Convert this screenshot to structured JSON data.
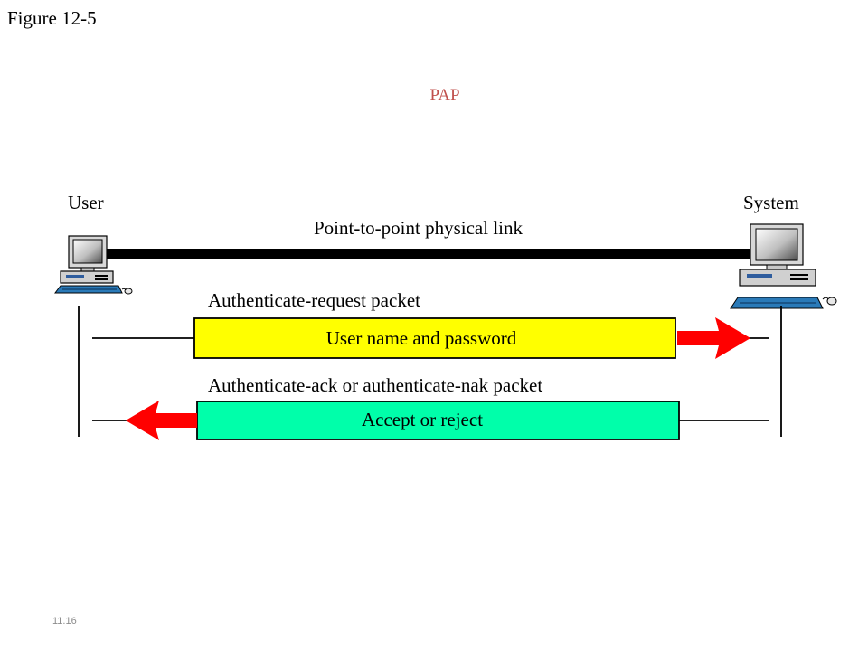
{
  "figure_label": "Figure 12-5",
  "title": "PAP",
  "colors": {
    "title": "#c0504d",
    "link_line": "#000000",
    "request_box": "#ffff00",
    "response_box": "#00ffaa",
    "arrow": "#ff0000"
  },
  "endpoints": {
    "left": {
      "label": "User",
      "icon": "desktop-computer-icon"
    },
    "right": {
      "label": "System",
      "icon": "desktop-computer-icon"
    }
  },
  "link_label": "Point-to-point physical link",
  "messages": [
    {
      "packet_label": "Authenticate-request packet",
      "content": "User name and password",
      "direction": "user-to-system"
    },
    {
      "packet_label": "Authenticate-ack or authenticate-nak packet",
      "content": "Accept or reject",
      "direction": "system-to-user"
    }
  ],
  "slide_number": "11.16"
}
